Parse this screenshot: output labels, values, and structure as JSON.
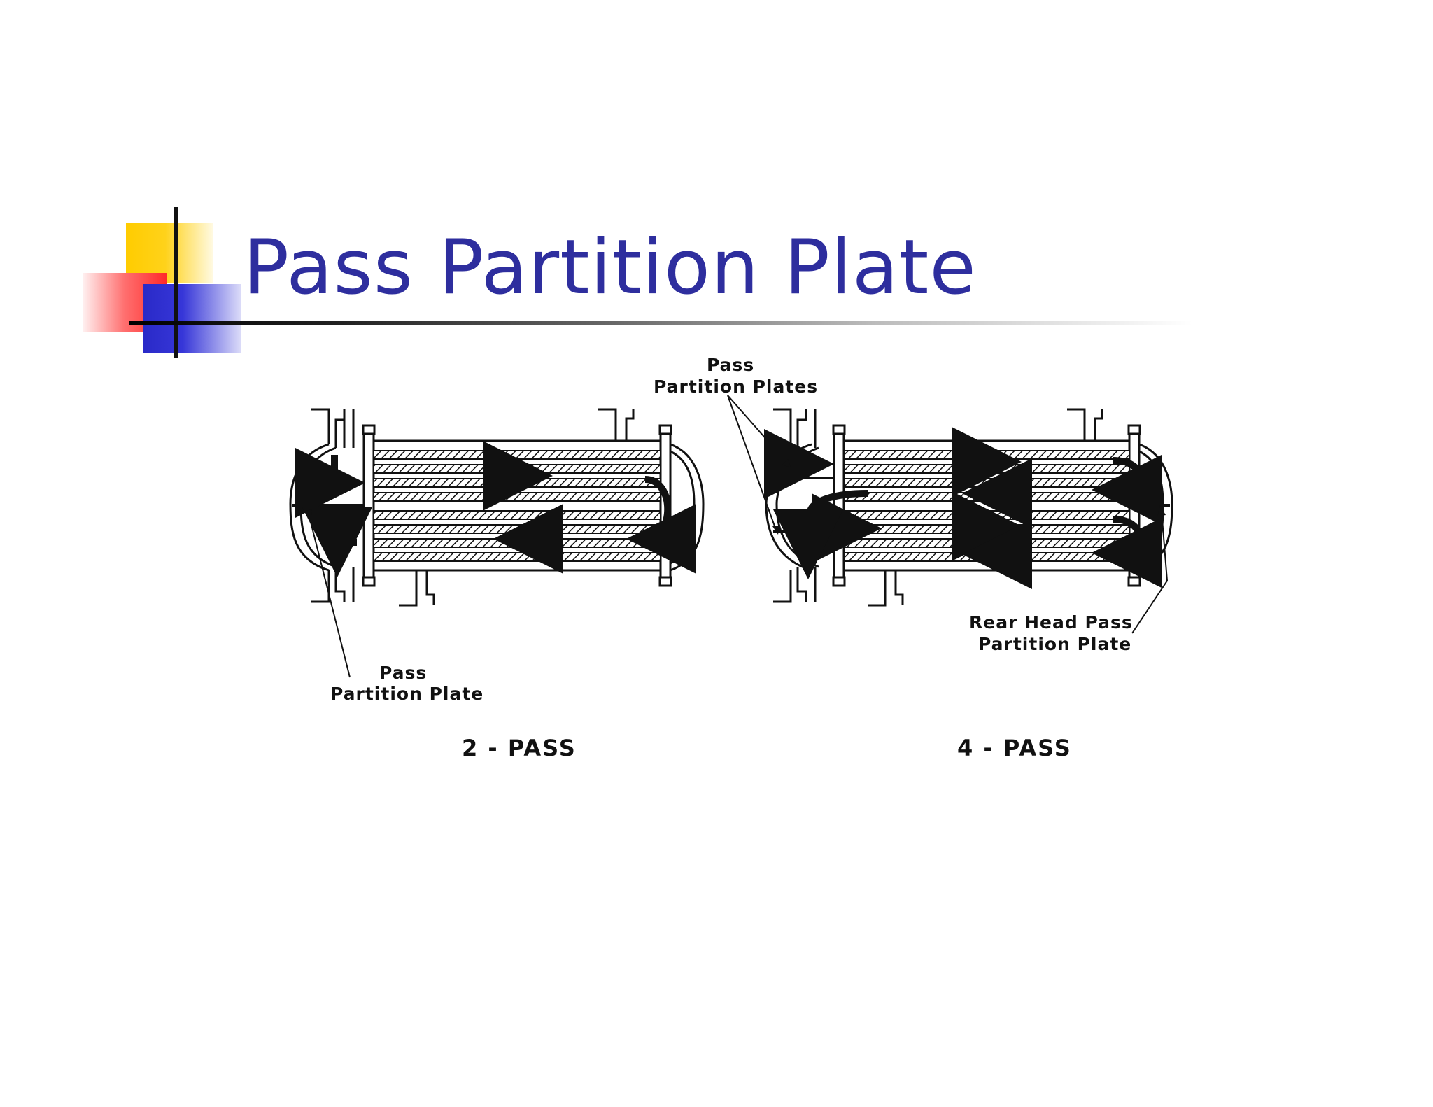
{
  "slide": {
    "title": "Pass Partition Plate"
  },
  "diagram": {
    "left": {
      "label_pass": "Pass",
      "label_plate": "Partition Plate",
      "caption": "2 - PASS"
    },
    "right": {
      "label_pass": "Pass",
      "label_plates": "Partition Plates",
      "rear_label_1": "Rear Head Pass",
      "rear_label_2": "Partition Plate",
      "caption": "4 - PASS"
    }
  },
  "colors": {
    "title": "#2e2e9e",
    "line": "#111111"
  }
}
